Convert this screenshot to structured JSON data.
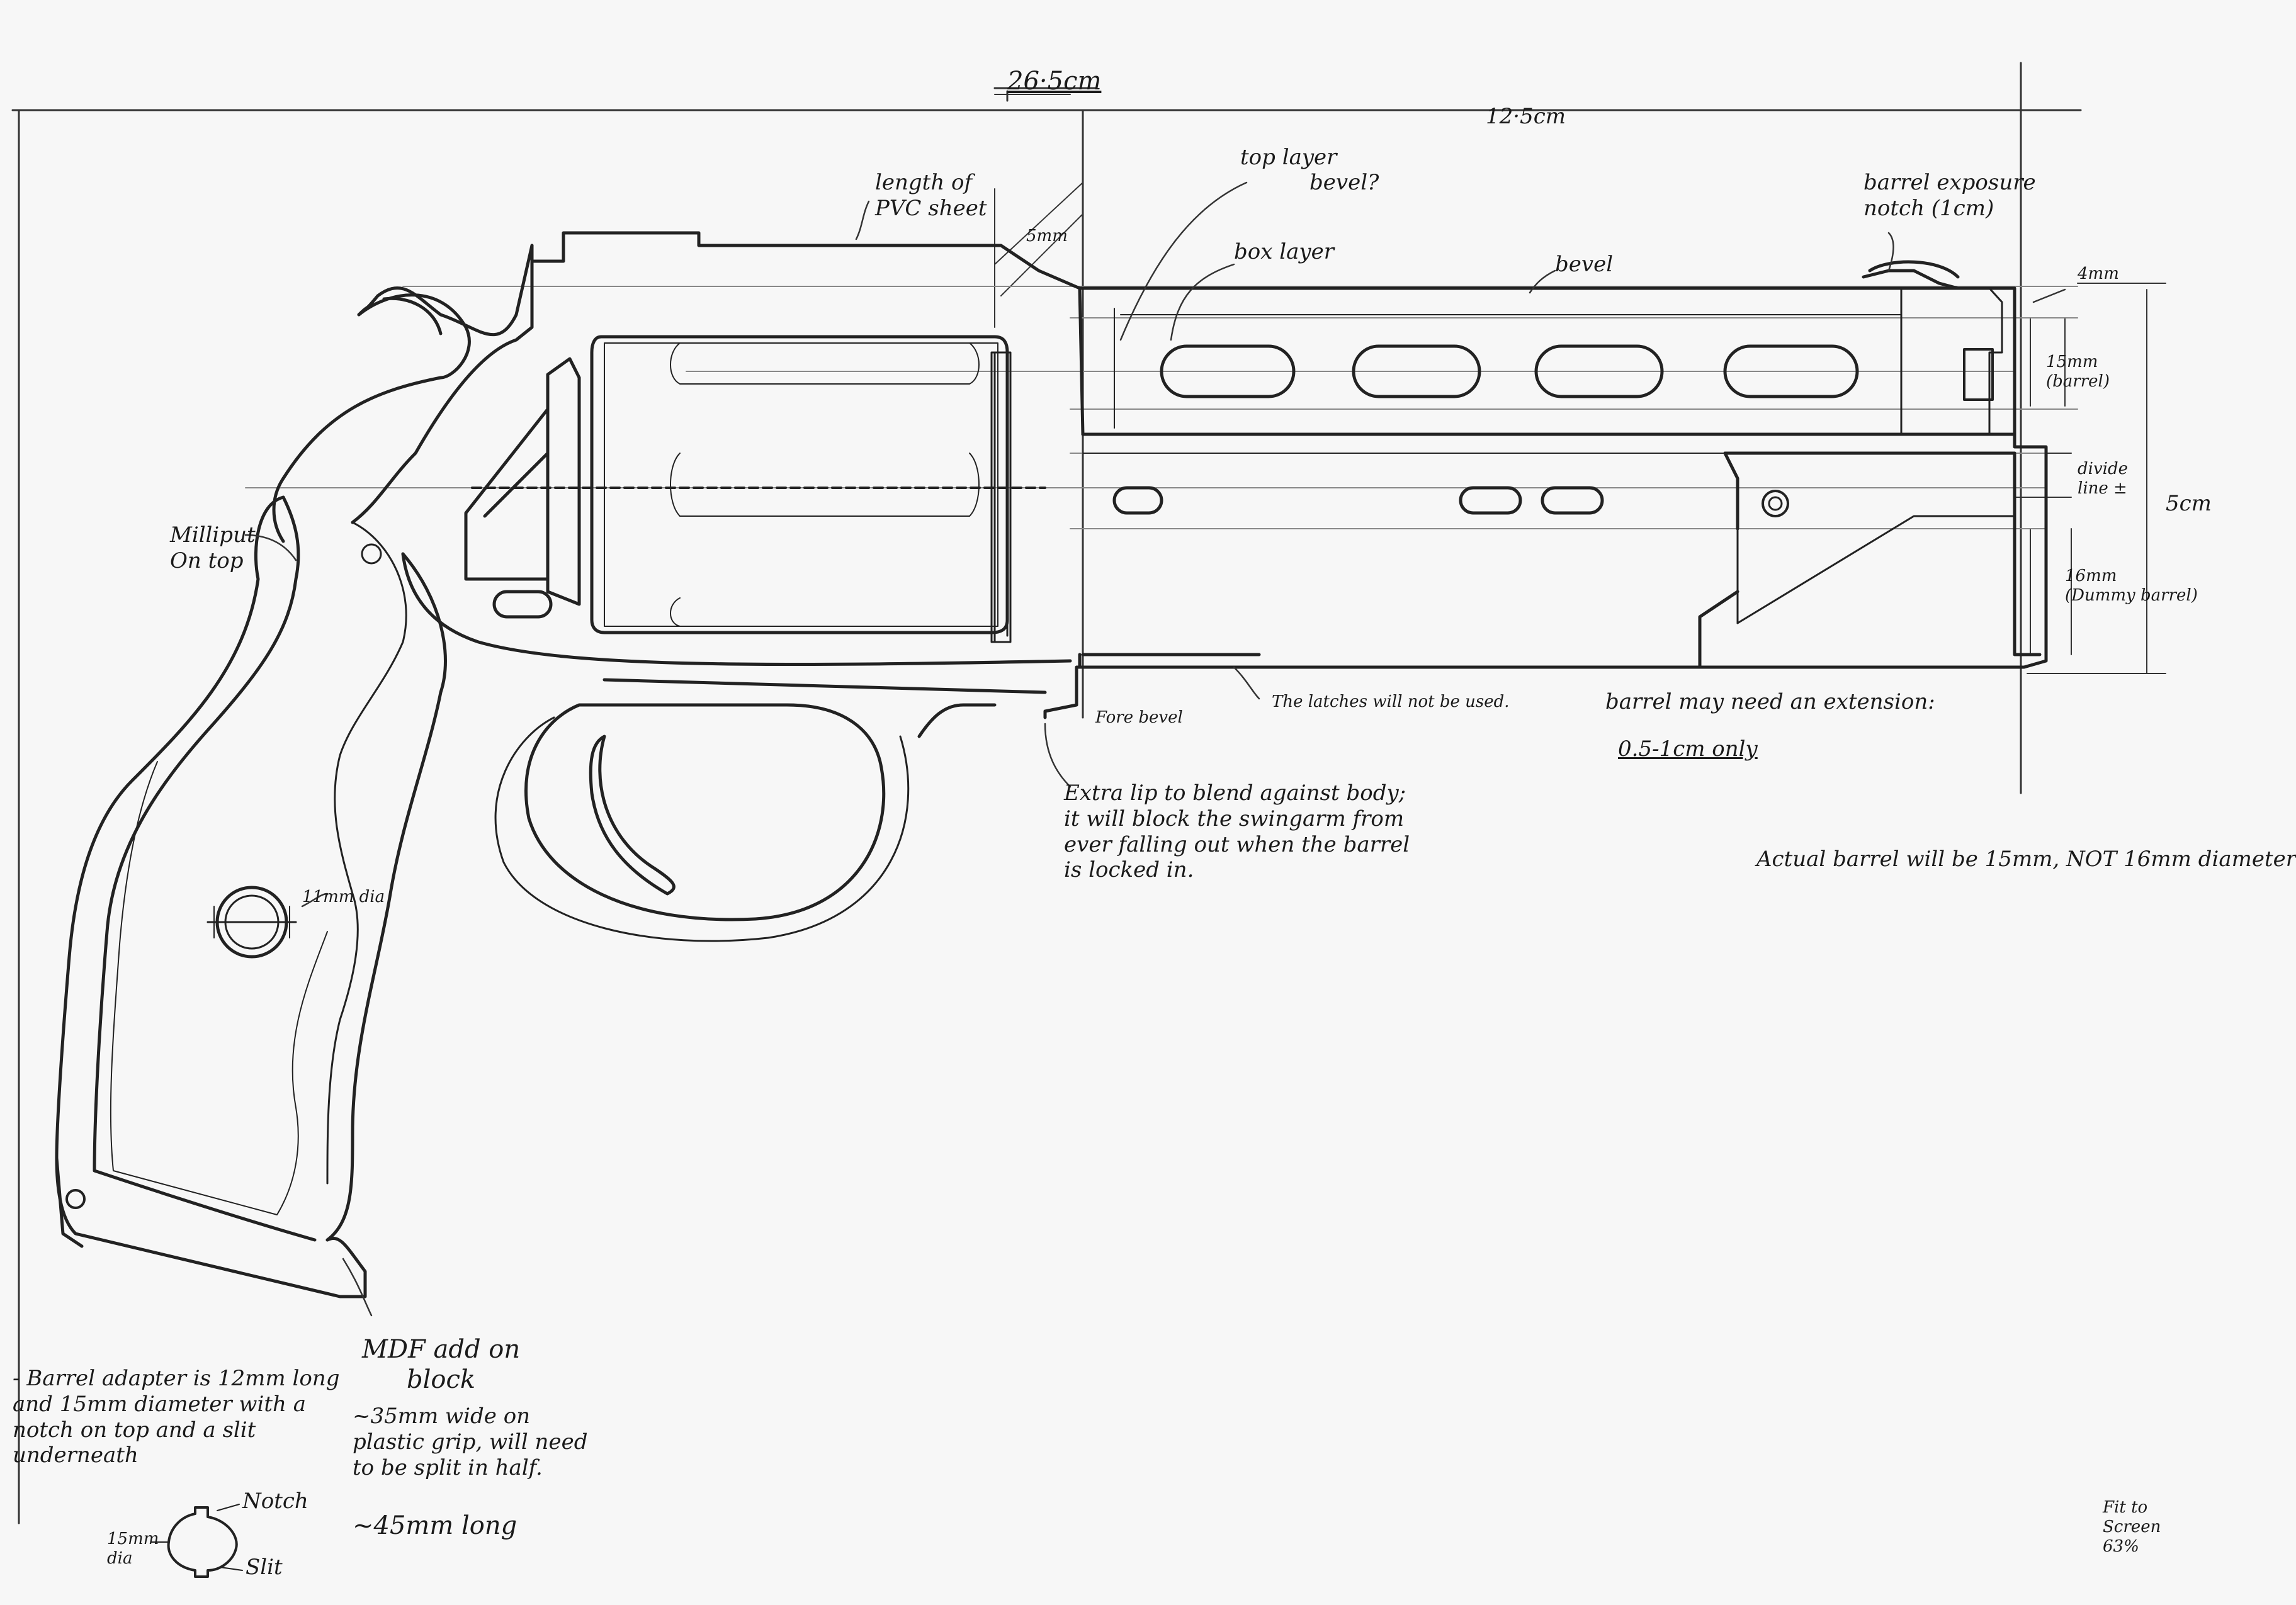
{
  "dimensions": {
    "overall_length": "26·5cm",
    "barrel_section": "12·5cm",
    "top_offset": "4mm",
    "barrel_height": "15mm\n(barrel)",
    "lower_height": "16mm\n(Dummy barrel)",
    "total_height": "5cm",
    "divide_line": "divide\nline ±",
    "small_gap": "5mm"
  },
  "labels": {
    "pvc_sheet": "length of\nPVC sheet",
    "top_layer": "top layer",
    "bevel": "bevel?",
    "box_layer": "box layer",
    "bevel_barrel": "bevel",
    "barrel_exposure": "barrel exposure\nnotch (1cm)",
    "milliput": "Milliput\nOn top",
    "coin_dia": "11mm dia",
    "front_bevel": "Fore bevel",
    "latches": "The latches will not be used.",
    "extension": "barrel may need an extension:",
    "extension_range": "0.5-1cm only",
    "extra_lip": "Extra lip to blend against body;\nit will block the swingarm from\never falling out when the barrel\nis locked in.",
    "actual_barrel": "Actual barrel will be 15mm, NOT 16mm diameter",
    "mdf_title": "MDF add on\nblock",
    "mdf_note1": "~35mm wide on\nplastic grip, will need\nto be split in half.",
    "mdf_note2": "~45mm long",
    "barrel_adapter": "- Barrel adapter is 12mm long\nand 15mm diameter with a\nnotch on top and a slit\nunderneath",
    "notch": "Notch",
    "slit": "Slit",
    "adapter_dia": "15mm\ndia",
    "fit_note": "Fit to\nScreen\n63%"
  }
}
